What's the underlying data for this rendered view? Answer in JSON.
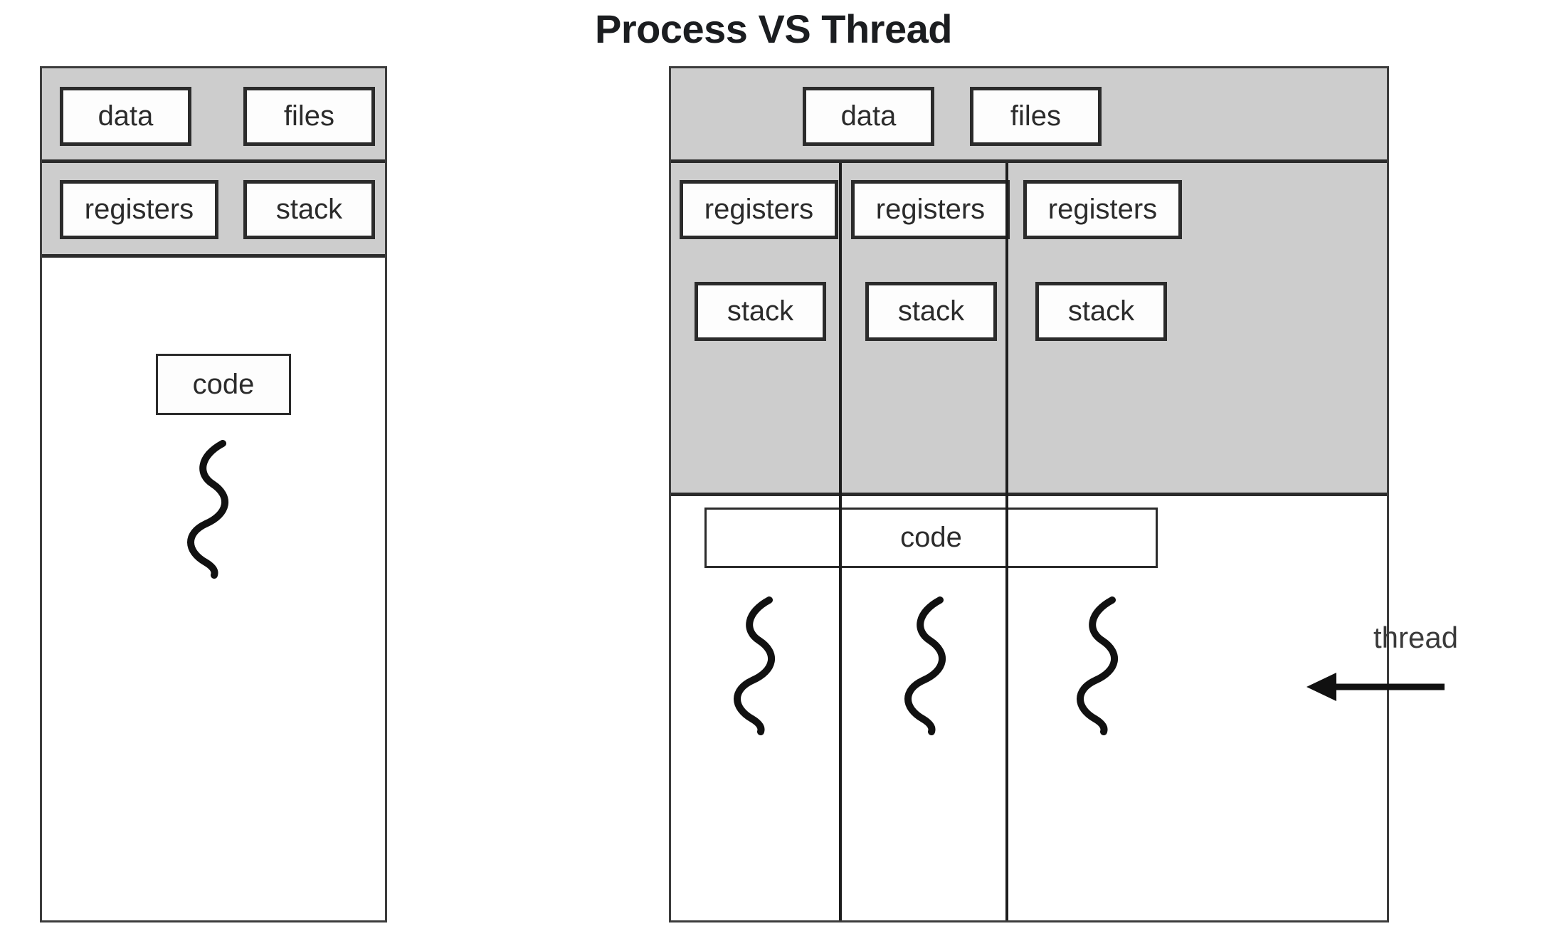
{
  "title": "Process VS Thread",
  "colors": {
    "band_gray": "#cdcdcd",
    "border_dark": "#2b2b2b",
    "outer_border": "#3c3c3c",
    "text": "#2b2b2b",
    "background": "#ffffff"
  },
  "process": {
    "name": "process-diagram",
    "shared_band": {
      "cells": [
        {
          "label": "data"
        },
        {
          "label": "files"
        }
      ]
    },
    "thread_band": {
      "cells": [
        {
          "label": "registers"
        },
        {
          "label": "stack"
        }
      ]
    },
    "body": {
      "code_label": "code",
      "threads": 1
    }
  },
  "multithreaded": {
    "name": "thread-diagram",
    "shared_band": {
      "cells": [
        {
          "label": "data"
        },
        {
          "label": "files"
        }
      ]
    },
    "columns": [
      {
        "registers_label": "registers",
        "stack_label": "stack"
      },
      {
        "registers_label": "registers",
        "stack_label": "stack"
      },
      {
        "registers_label": "registers",
        "stack_label": "stack"
      }
    ],
    "body": {
      "code_label": "code",
      "threads": 3
    }
  },
  "annotations": {
    "thread_label": "thread"
  }
}
